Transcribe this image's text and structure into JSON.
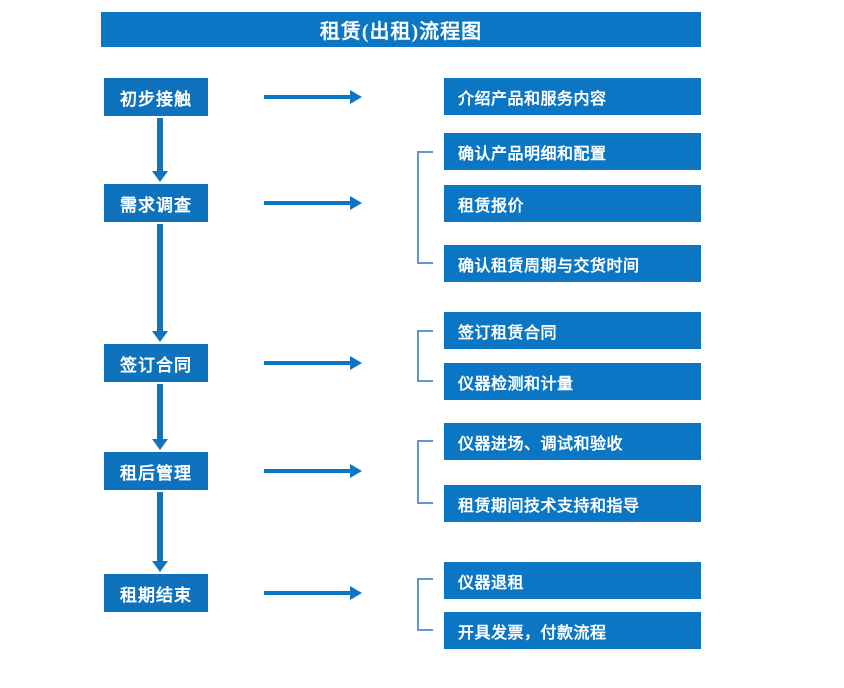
{
  "diagram": {
    "title": "租赁(出租)流程图",
    "colors": {
      "title_bar": "#0b76c4",
      "stage_box": "#0f72bd",
      "detail_box": "#0b76c4",
      "arrow": "#1273b8",
      "bracket": "#5b9bd5",
      "text": "#ffffff",
      "background": "#ffffff"
    },
    "stages": [
      {
        "label": "初步接触"
      },
      {
        "label": "需求调查"
      },
      {
        "label": "签订合同"
      },
      {
        "label": "租后管理"
      },
      {
        "label": "租期结束"
      }
    ],
    "details": [
      {
        "label": "介绍产品和服务内容"
      },
      {
        "label": "确认产品明细和配置"
      },
      {
        "label": "租赁报价"
      },
      {
        "label": "确认租赁周期与交货时间"
      },
      {
        "label": "签订租赁合同"
      },
      {
        "label": "仪器检测和计量"
      },
      {
        "label": "仪器进场、调试和验收"
      },
      {
        "label": "租赁期间技术支持和指导"
      },
      {
        "label": "仪器退租"
      },
      {
        "label": "开具发票，付款流程"
      }
    ]
  }
}
